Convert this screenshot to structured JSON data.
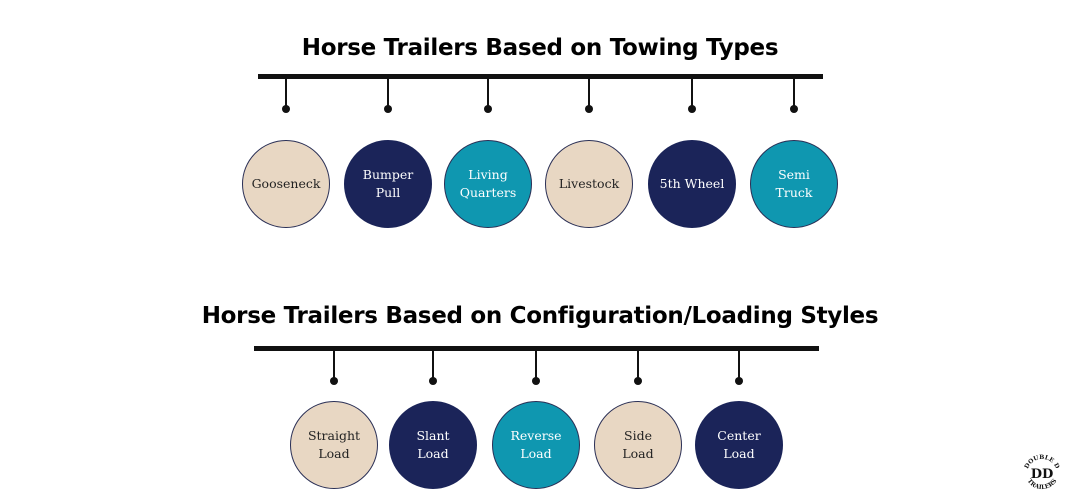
{
  "groups": [
    {
      "title": "Horse Trailers Based on Towing Types",
      "items": [
        {
          "label": "Gooseneck",
          "style": "beige"
        },
        {
          "label": "Bumper\nPull",
          "style": "navy"
        },
        {
          "label": "Living\nQuarters",
          "style": "teal"
        },
        {
          "label": "Livestock",
          "style": "beige"
        },
        {
          "label": "5th Wheel",
          "style": "navy"
        },
        {
          "label": "Semi\nTruck",
          "style": "teal"
        }
      ]
    },
    {
      "title": "Horse Trailers Based on Configuration/Loading Styles",
      "items": [
        {
          "label": "Straight\nLoad",
          "style": "beige"
        },
        {
          "label": "Slant\nLoad",
          "style": "navy"
        },
        {
          "label": "Reverse\nLoad",
          "style": "teal"
        },
        {
          "label": "Side\nLoad",
          "style": "beige"
        },
        {
          "label": "Center\nLoad",
          "style": "navy"
        }
      ]
    }
  ],
  "colors": {
    "beige": "#e8d7c3",
    "navy": "#1b2459",
    "teal": "#0f97b0"
  },
  "logo": {
    "top_text": "DOUBLE D",
    "monogram": "DD",
    "bottom_text": "TRAILERS",
    "icon": "double-d-trailers-logo"
  }
}
